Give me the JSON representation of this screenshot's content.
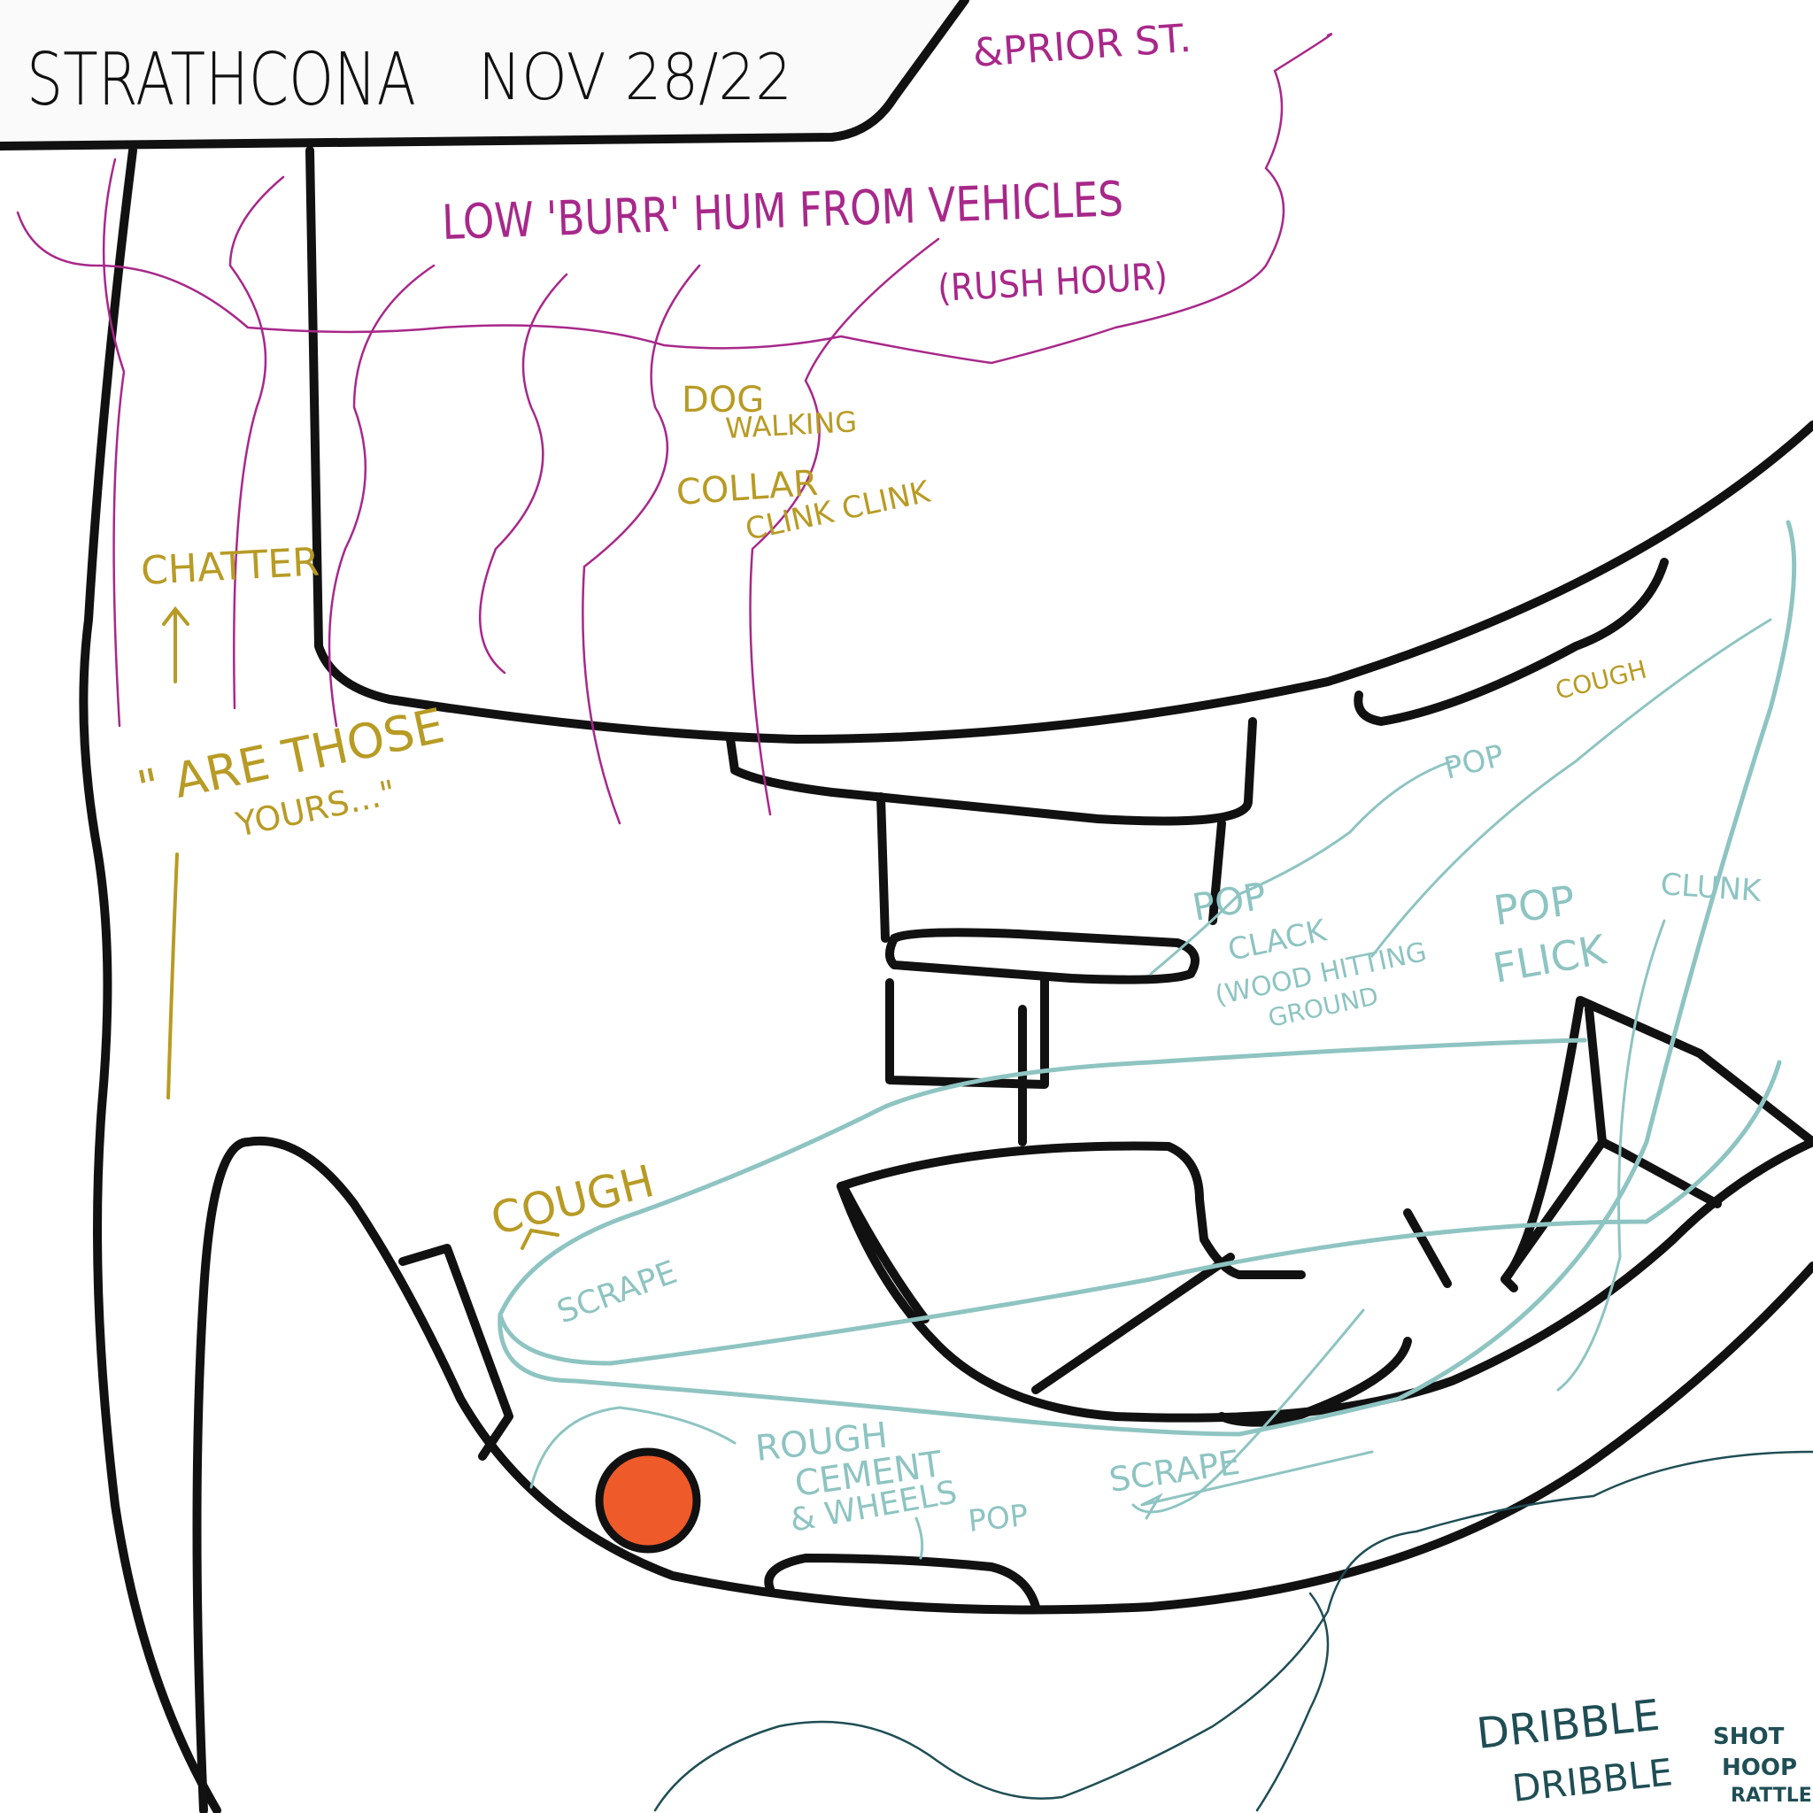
{
  "title": {
    "place": "STRATHCONA",
    "date": "NOV 28/22",
    "street": "&PRIOR ST."
  },
  "labels": {
    "traffic": "LOW 'BURR' HUM FROM VEHICLES",
    "rush_hour": "(RUSH HOUR)",
    "dog_1": "DOG",
    "dog_2": "WALKING",
    "collar_1": "COLLAR",
    "collar_2": "CLINK CLINK",
    "chatter": "CHATTER",
    "quote_1": "\" ARE THOSE",
    "quote_2": "YOURS...\"",
    "cough_top": "COUGH",
    "pop_1": "POP",
    "pop_2": "POP",
    "clack_1": "CLACK",
    "clack_2": "(WOOD HITTING",
    "clack_3": "GROUND",
    "pop_3": "POP",
    "flick": "FLICK",
    "clunk": "CLUNK",
    "cough": "COUGH",
    "scrape_1": "SCRAPE",
    "rough_1": "ROUGH",
    "rough_2": "CEMENT",
    "rough_3": "& WHEELS",
    "pop_4": "POP",
    "scrape_2": "SCRAPE",
    "dribble_1": "DRIBBLE",
    "dribble_2": "DRIBBLE",
    "shot_1": "SHOT",
    "shot_2": "HOOP",
    "shot_3": "RATTLE"
  },
  "colors": {
    "ink": "#111111",
    "traffic": "#a8288a",
    "people": "#b89b25",
    "skate": "#8ec4c2",
    "basketball": "#1f4e55",
    "dot": "#ee5a2a",
    "banner": "#fafafa"
  }
}
